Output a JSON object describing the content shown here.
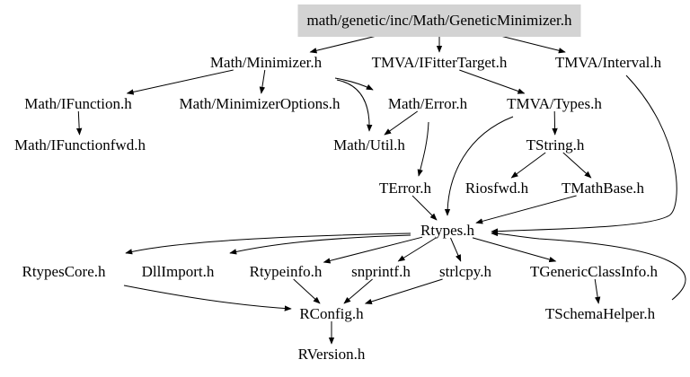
{
  "graph": {
    "title": "math/genetic/inc/Math/GeneticMinimizer.h include dependency graph",
    "root_fill": "#d3d3d3",
    "nodes": [
      {
        "id": "root",
        "label": "math/genetic/inc/Math/GeneticMinimizer.h",
        "root": true
      },
      {
        "id": "minimizer",
        "label": "Math/Minimizer.h"
      },
      {
        "id": "ifittertarget",
        "label": "TMVA/IFitterTarget.h"
      },
      {
        "id": "interval",
        "label": "TMVA/Interval.h"
      },
      {
        "id": "ifunction",
        "label": "Math/IFunction.h"
      },
      {
        "id": "minimizeroptions",
        "label": "Math/MinimizerOptions.h"
      },
      {
        "id": "matherror",
        "label": "Math/Error.h"
      },
      {
        "id": "tmvatypes",
        "label": "TMVA/Types.h"
      },
      {
        "id": "ifunctionfwd",
        "label": "Math/IFunctionfwd.h"
      },
      {
        "id": "mathutil",
        "label": "Math/Util.h"
      },
      {
        "id": "tstring",
        "label": "TString.h"
      },
      {
        "id": "terror",
        "label": "TError.h"
      },
      {
        "id": "riosfwd",
        "label": "Riosfwd.h"
      },
      {
        "id": "tmathbase",
        "label": "TMathBase.h"
      },
      {
        "id": "rtypes",
        "label": "Rtypes.h"
      },
      {
        "id": "rtypescore",
        "label": "RtypesCore.h"
      },
      {
        "id": "dllimport",
        "label": "DllImport.h"
      },
      {
        "id": "rtypeinfo",
        "label": "Rtypeinfo.h"
      },
      {
        "id": "snprintf",
        "label": "snprintf.h"
      },
      {
        "id": "strlcpy",
        "label": "strlcpy.h"
      },
      {
        "id": "tgenericclassinfo",
        "label": "TGenericClassInfo.h"
      },
      {
        "id": "rconfig",
        "label": "RConfig.h"
      },
      {
        "id": "tschemahelper",
        "label": "TSchemaHelper.h"
      },
      {
        "id": "rversion",
        "label": "RVersion.h"
      }
    ],
    "edges": [
      {
        "from": "root",
        "to": "minimizer"
      },
      {
        "from": "root",
        "to": "ifittertarget"
      },
      {
        "from": "root",
        "to": "interval"
      },
      {
        "from": "minimizer",
        "to": "ifunction"
      },
      {
        "from": "minimizer",
        "to": "minimizeroptions"
      },
      {
        "from": "minimizer",
        "to": "matherror"
      },
      {
        "from": "minimizer",
        "to": "mathutil"
      },
      {
        "from": "ifittertarget",
        "to": "tmvatypes"
      },
      {
        "from": "interval",
        "to": "rtypes"
      },
      {
        "from": "ifunction",
        "to": "ifunctionfwd"
      },
      {
        "from": "matherror",
        "to": "mathutil"
      },
      {
        "from": "matherror",
        "to": "terror"
      },
      {
        "from": "tmvatypes",
        "to": "tstring"
      },
      {
        "from": "tmvatypes",
        "to": "rtypes"
      },
      {
        "from": "tstring",
        "to": "riosfwd"
      },
      {
        "from": "tstring",
        "to": "tmathbase"
      },
      {
        "from": "terror",
        "to": "rtypes"
      },
      {
        "from": "tmathbase",
        "to": "rtypes"
      },
      {
        "from": "rtypes",
        "to": "rtypescore"
      },
      {
        "from": "rtypes",
        "to": "dllimport"
      },
      {
        "from": "rtypes",
        "to": "rtypeinfo"
      },
      {
        "from": "rtypes",
        "to": "snprintf"
      },
      {
        "from": "rtypes",
        "to": "strlcpy"
      },
      {
        "from": "rtypes",
        "to": "tgenericclassinfo"
      },
      {
        "from": "rtypescore",
        "to": "rconfig"
      },
      {
        "from": "snprintf",
        "to": "rconfig"
      },
      {
        "from": "strlcpy",
        "to": "rconfig"
      },
      {
        "from": "rtypeinfo",
        "to": "rconfig"
      },
      {
        "from": "tgenericclassinfo",
        "to": "tschemahelper"
      },
      {
        "from": "tschemahelper",
        "to": "rtypes"
      },
      {
        "from": "rconfig",
        "to": "rversion"
      }
    ]
  }
}
